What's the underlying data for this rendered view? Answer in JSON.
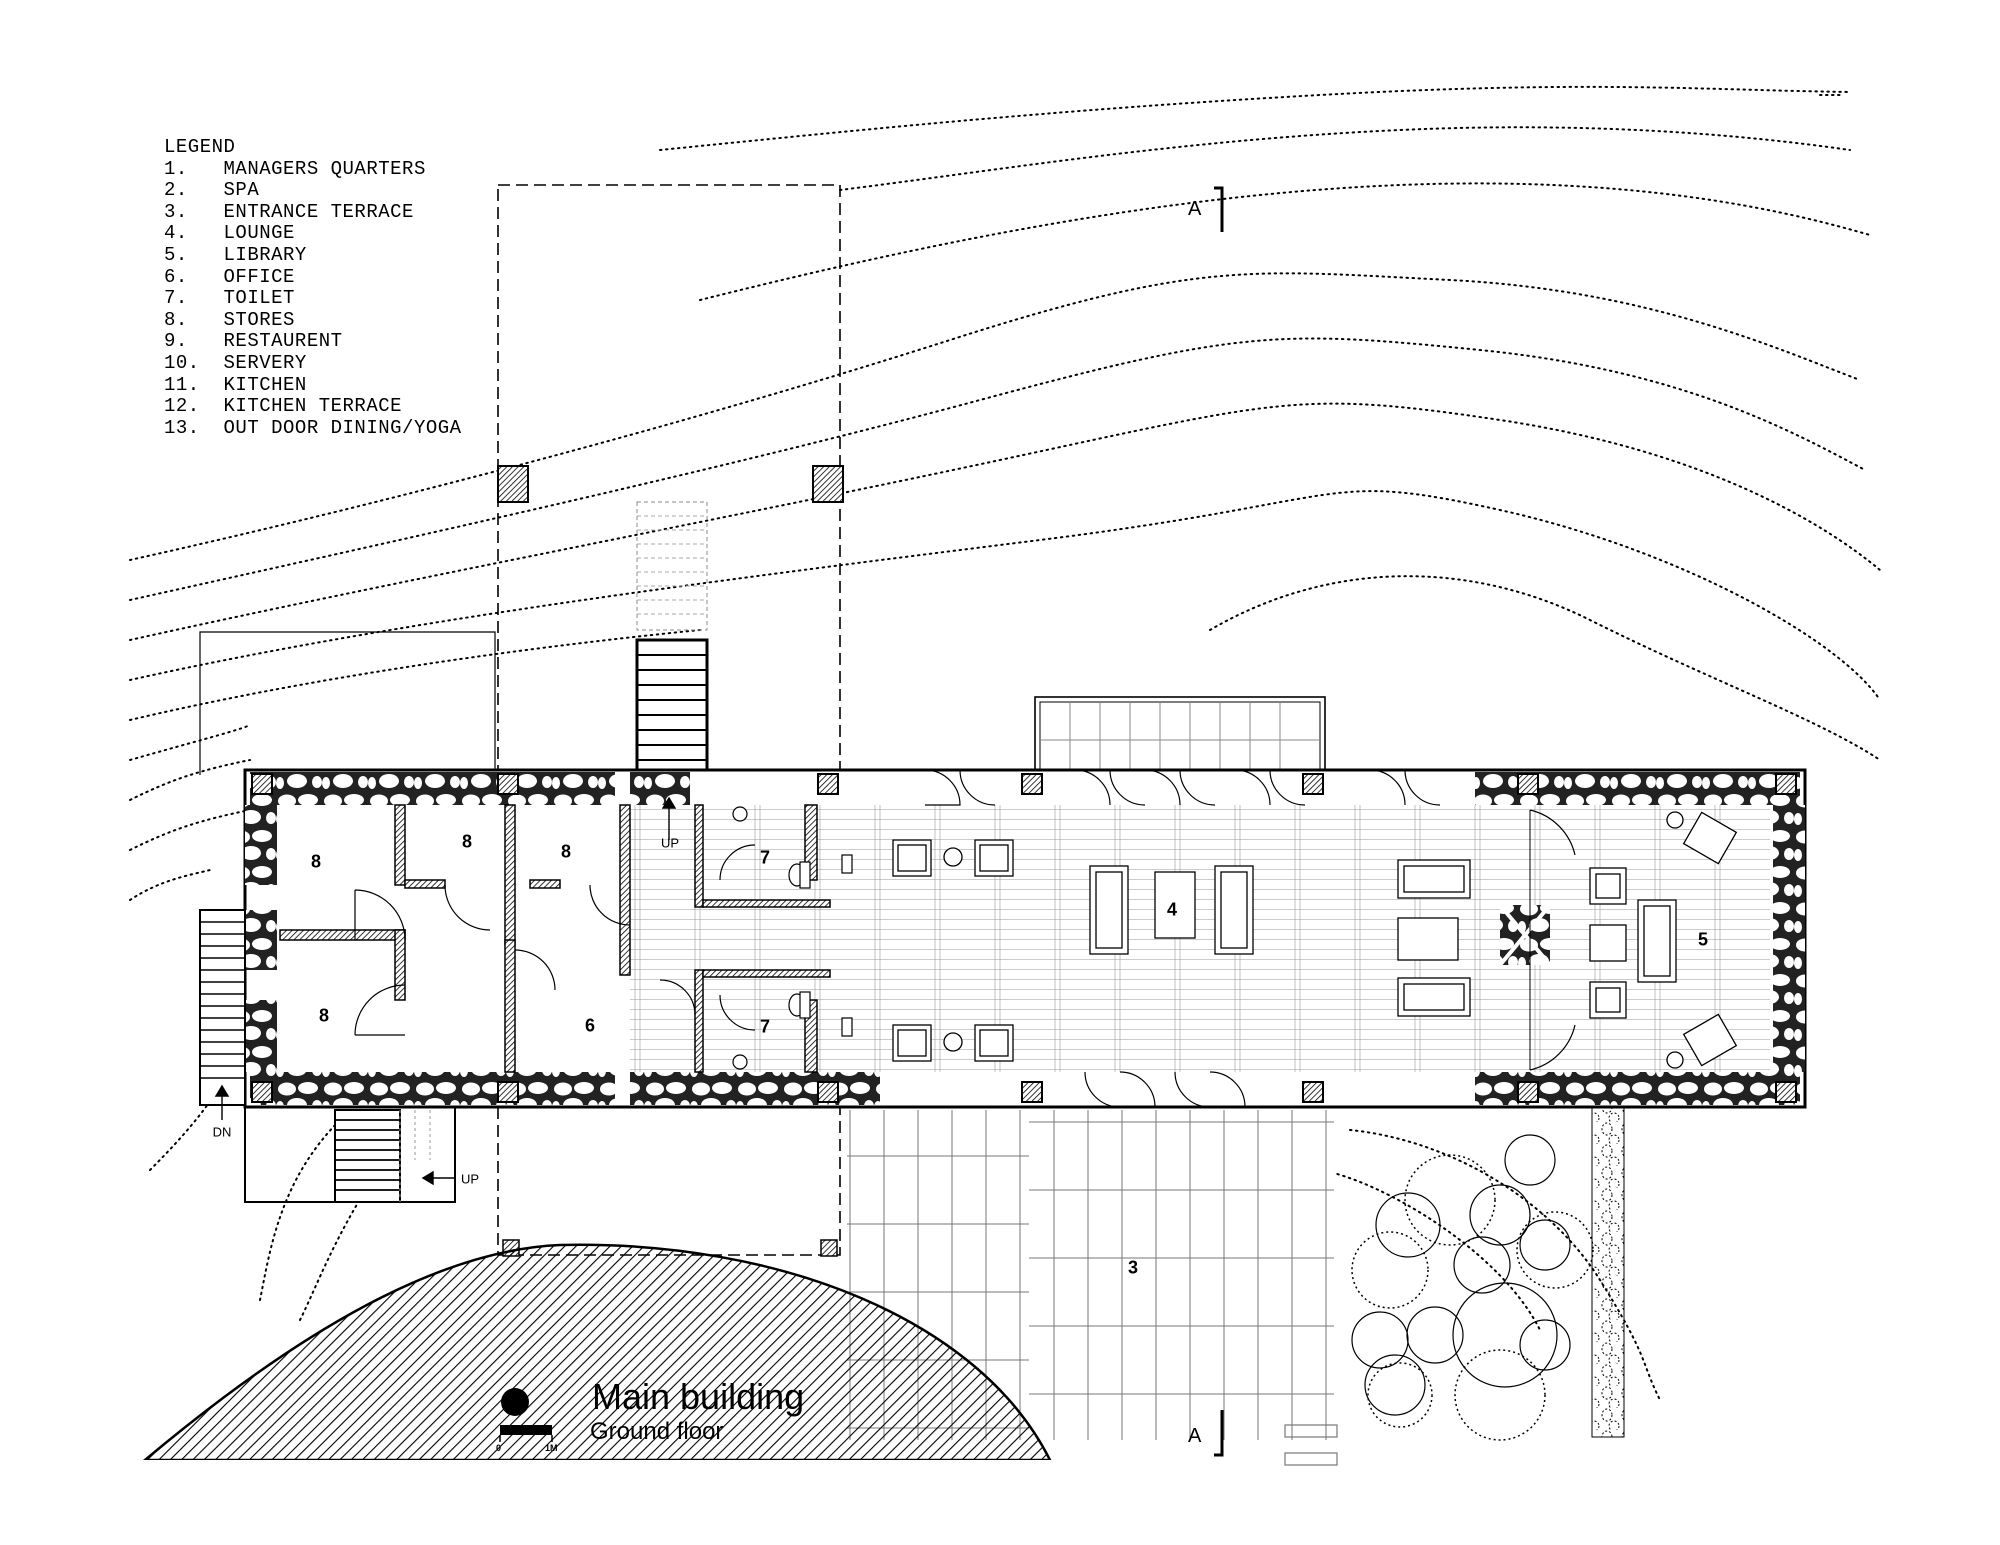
{
  "legend": {
    "heading": "LEGEND",
    "items": [
      "1.   MANAGERS QUARTERS",
      "2.   SPA",
      "3.   ENTRANCE TERRACE",
      "4.   LOUNGE",
      "5.   LIBRARY",
      "6.   OFFICE",
      "7.   TOILET",
      "8.   STORES",
      "9.   RESTAURENT",
      "10.  SERVERY",
      "11.  KITCHEN",
      "12.  KITCHEN TERRACE",
      "13.  OUT DOOR DINING/YOGA"
    ]
  },
  "title": {
    "main": "Main building",
    "sub": "Ground floor"
  },
  "scale": {
    "start": "0",
    "end": "1M"
  },
  "section_marks": {
    "top": "A",
    "bottom": "A"
  },
  "annotations": {
    "up_top": "UP",
    "dn": "DN",
    "up_bottom": "UP"
  },
  "rooms": {
    "store_a": "8",
    "store_b": "8",
    "store_c": "8",
    "store_d": "8",
    "office": "6",
    "toilet_top": "7",
    "toilet_bottom": "7",
    "lounge": "4",
    "library": "5",
    "terrace": "3"
  }
}
